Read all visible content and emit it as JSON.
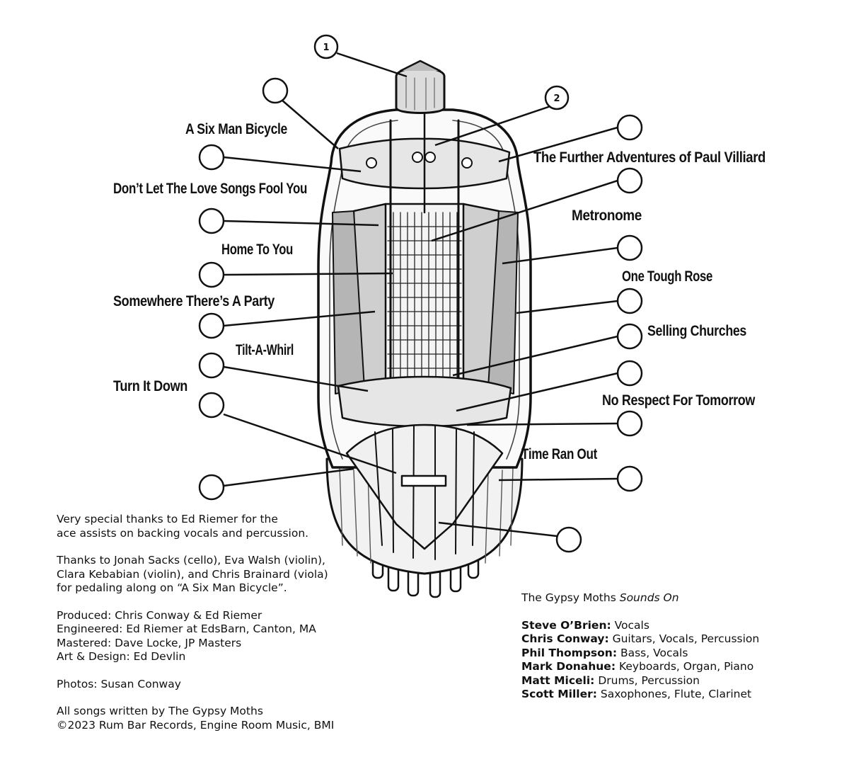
{
  "callout_numbers": [
    "1",
    "2"
  ],
  "songs": [
    "A Six Man Bicycle",
    "Don’t Let The Love Songs Fool You",
    "Home To You",
    "Somewhere There’s A Party",
    "Tilt-A-Whirl",
    "Turn It Down",
    "The Further Adventures of Paul Villiard",
    "Metronome",
    "One Tough Rose",
    "Selling Churches",
    "No Respect For Tomorrow",
    "Time Ran Out"
  ],
  "thanks": {
    "line1": "Very special thanks to Ed Riemer for the",
    "line2": "ace assists on backing vocals and percussion.",
    "line3": "Thanks to Jonah Sacks (cello), Eva Walsh (violin),",
    "line4": "Clara Kebabian (violin), and Chris Brainard (viola)",
    "line5": "for pedaling along on “A Six Man Bicycle”."
  },
  "production": {
    "produced": "Produced: Chris Conway & Ed Riemer",
    "engineered": "Engineered: Ed Riemer at EdsBarn, Canton, MA",
    "mastered": "Mastered: Dave Locke, JP Masters",
    "art": "Art & Design: Ed Devlin",
    "photos": "Photos: Susan Conway",
    "written": "All songs written by The Gypsy Moths",
    "copyright": "©2023 Rum Bar Records, Engine Room Music, BMI"
  },
  "album": {
    "band": "The Gypsy Moths",
    "title": "Sounds On"
  },
  "personnel": [
    {
      "name": "Steve O’Brien:",
      "role": "Vocals"
    },
    {
      "name": "Chris Conway:",
      "role": "Guitars, Vocals, Percussion"
    },
    {
      "name": "Phil Thompson:",
      "role": "Bass, Vocals"
    },
    {
      "name": "Mark Donahue:",
      "role": "Keyboards, Organ, Piano"
    },
    {
      "name": "Matt Miceli:",
      "role": "Drums, Percussion"
    },
    {
      "name": "Scott Miller:",
      "role": "Saxophones, Flute, Clarinet"
    }
  ]
}
